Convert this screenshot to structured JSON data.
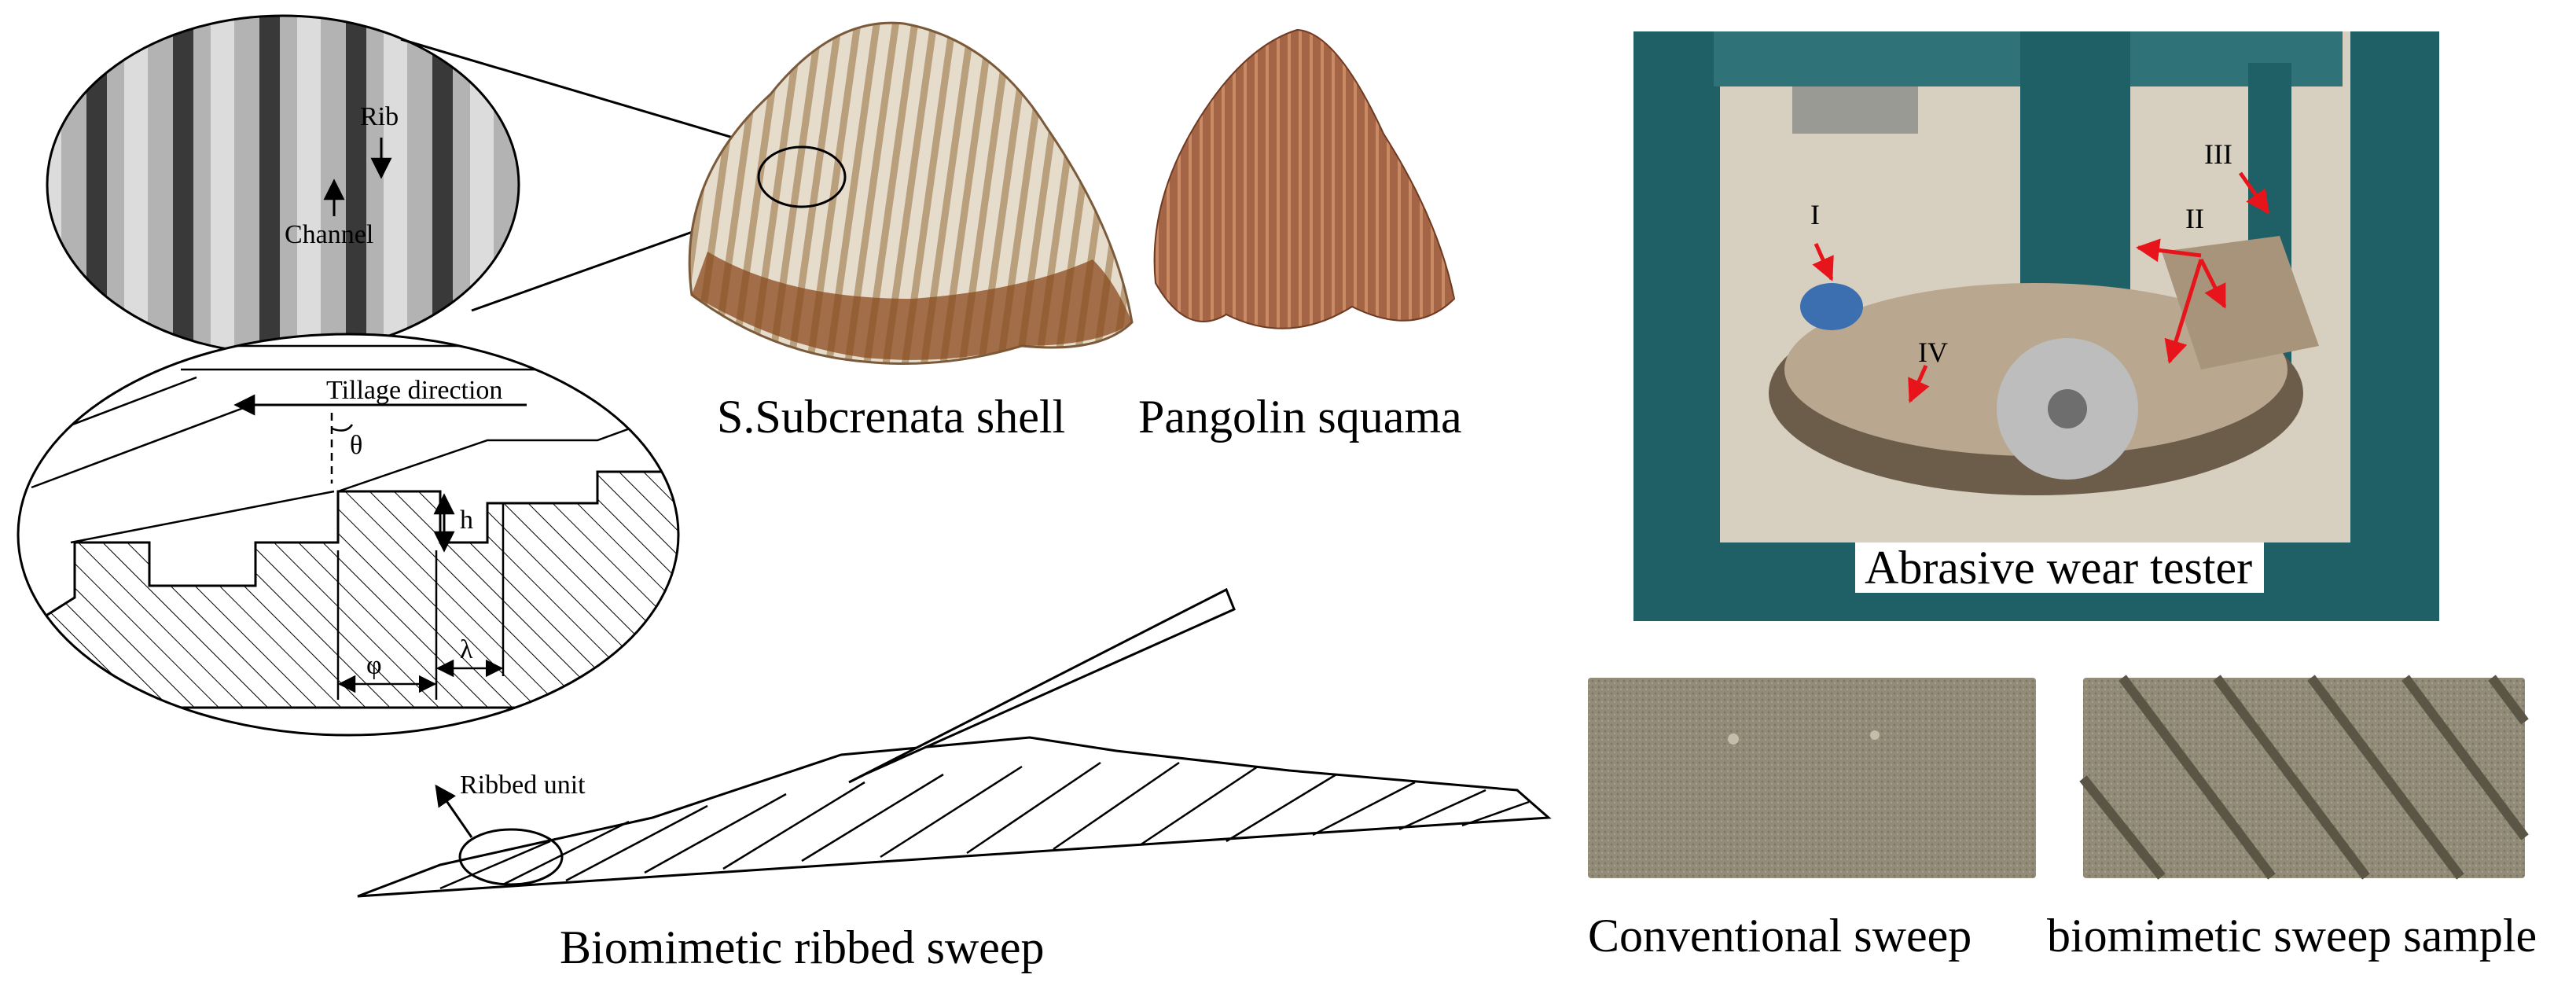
{
  "micrograph": {
    "rib": "Rib",
    "channel": "Channel"
  },
  "section": {
    "tillage": "Tillage direction",
    "theta": "θ",
    "h": "h",
    "phi": "φ",
    "lambda": "λ"
  },
  "photos": {
    "shell": "S.Subcrenata shell",
    "squama": "Pangolin squama"
  },
  "sweep": {
    "unit": "Ribbed unit",
    "caption": "Biomimetic ribbed sweep"
  },
  "tester": {
    "I": "I",
    "II": "II",
    "III": "III",
    "IV": "IV",
    "caption": "Abrasive wear tester"
  },
  "samples": {
    "conventional": "Conventional sweep",
    "biomimetic": "biomimetic sweep sample"
  },
  "colors": {
    "arrow": "#e8141b",
    "machine": "#1f5f66",
    "sample": "#8f8a78",
    "shell_rib": "#c9b9a0",
    "shell_brown": "#8a4a1e",
    "squama": "#9a5a38"
  }
}
